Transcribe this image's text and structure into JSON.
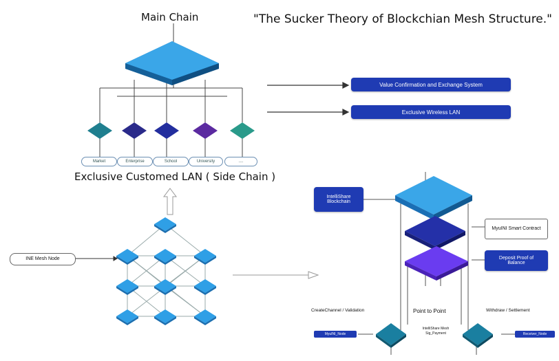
{
  "titles": {
    "main_chain": "Main Chain",
    "theory": "\"The Sucker Theory of Blockchian Mesh Structure.\"",
    "side_chain": "Exclusive Customed LAN ( Side Chain )"
  },
  "top_right_boxes": {
    "value_system": "Value Confirmation and Exchange System",
    "wireless_lan": "Exclusive Wireless LAN"
  },
  "side_nodes": [
    "Market",
    "Enterprise",
    "School",
    "University",
    "...."
  ],
  "mesh": {
    "node_label": "INE Mesh Node"
  },
  "right_stack": {
    "intellishare": "IntelliShare Blockchain",
    "smart_contract": "MyuINI Smart Contract",
    "deposit": "Deposit Proof of Balance",
    "create_channel": "CreateChannel / Validation",
    "point_to_point": "Point to Point",
    "withdraw": "Withdraw / Settlement",
    "mesh_sig": "IntelliShare Mesh Sig_Payment",
    "left_tag": "MyuINI_Node",
    "right_tag": "Receiver_Node"
  },
  "colors": {
    "main_top": "#3aa6e8",
    "main_side": "#1a6fb5",
    "btn": "#1f3bb3",
    "node_teal": "#1f7f8f",
    "node_indigo": "#2a2a8a",
    "node_navy": "#232e9e",
    "node_purple": "#5b2aa0",
    "node_green": "#2a9a8a",
    "stack_top": "#3aa6e8",
    "stack_mid": "#2430a8",
    "stack_bot": "#6a3cf0"
  }
}
